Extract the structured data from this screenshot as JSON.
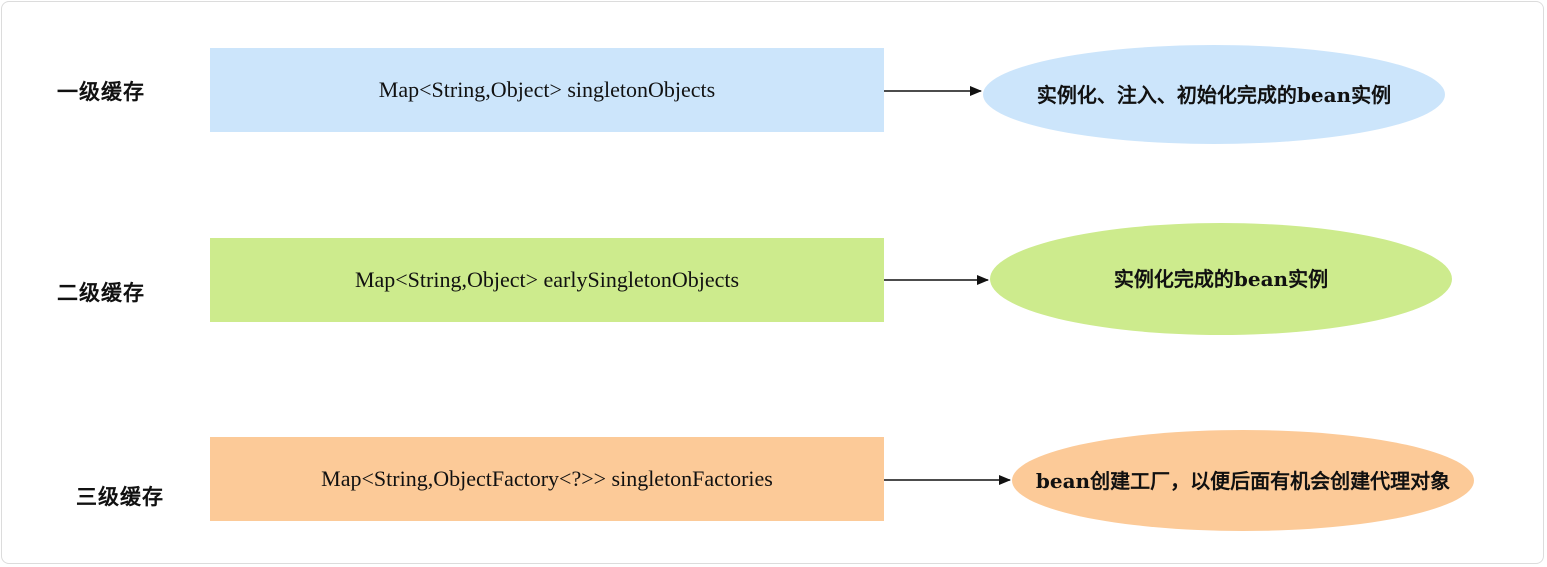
{
  "levels": [
    {
      "label": "一级缓存",
      "map": "Map<String,Object> singletonObjects",
      "description": "实例化、注入、初始化完成的bean实例",
      "color": "#cce5fb"
    },
    {
      "label": "二级缓存",
      "map": "Map<String,Object> earlySingletonObjects",
      "description": "实例化完成的bean实例",
      "color": "#cdeb8d"
    },
    {
      "label": "三级缓存",
      "map": "Map<String,ObjectFactory<?>> singletonFactories",
      "description": "bean创建工厂，以便后面有机会创建代理对象",
      "color": "#fcca98"
    }
  ]
}
